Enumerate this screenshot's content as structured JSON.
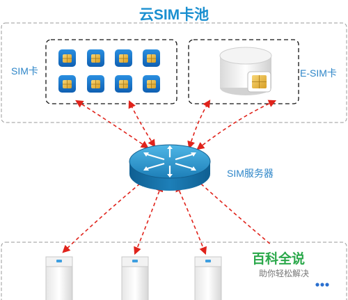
{
  "diagram": {
    "pool_title": "云SIM卡池",
    "sim_card_label": "SIM卡",
    "esim_label": "E-SIM卡",
    "server_label": "SIM服务器"
  },
  "watermark": {
    "title": "百科全说",
    "subtitle": "助你轻松解决"
  },
  "colors": {
    "accent_blue": "#1a8fd0",
    "arrow_red": "#e0231b",
    "dash_gray": "#9a9a9a",
    "sim_gold": "#f2c14e"
  }
}
